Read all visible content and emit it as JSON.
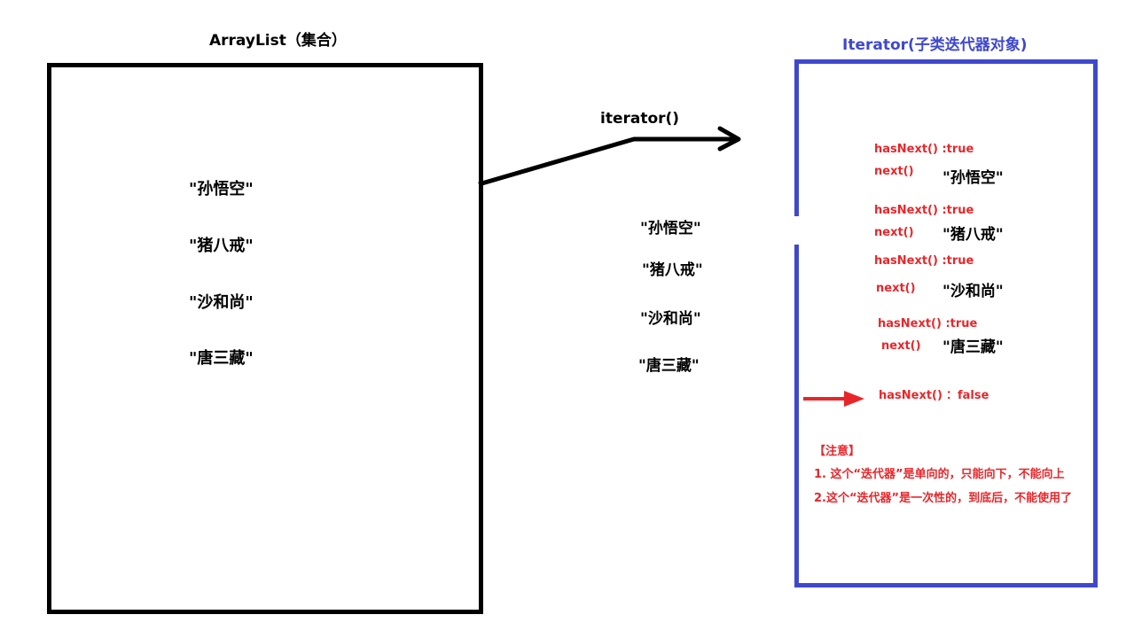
{
  "collection": {
    "title": "ArrayList（集合）",
    "items": [
      "\"孙悟空\"",
      "\"猪八戒\"",
      "\"沙和尚\"",
      "\"唐三藏\""
    ]
  },
  "method_label": "iterator()",
  "middle_items": [
    "\"孙悟空\"",
    "\"猪八戒\"",
    "\"沙和尚\"",
    "\"唐三藏\""
  ],
  "iterator": {
    "title": "Iterator(子类迭代器对象)",
    "steps": [
      {
        "has_next": "hasNext() :true",
        "next": "next()",
        "value": "\"孙悟空\""
      },
      {
        "has_next": "hasNext() :true",
        "next": "next()",
        "value": "\"猪八戒\""
      },
      {
        "has_next": "hasNext() :true",
        "next": "next()",
        "value": "\"沙和尚\""
      },
      {
        "has_next": "hasNext() :true",
        "next": "next()",
        "value": "\"唐三藏\""
      }
    ],
    "final_has_next": "hasNext()",
    "final_result": "：false",
    "note": {
      "heading": "【注意】",
      "lines": [
        "1. 这个“迭代器”是单向的，只能向下，不能向上",
        "2.这个“迭代器”是一次性的，到底后，不能使用了"
      ]
    }
  },
  "colors": {
    "black": "#000000",
    "red": "#e8262a",
    "blue": "#3f48cc"
  }
}
